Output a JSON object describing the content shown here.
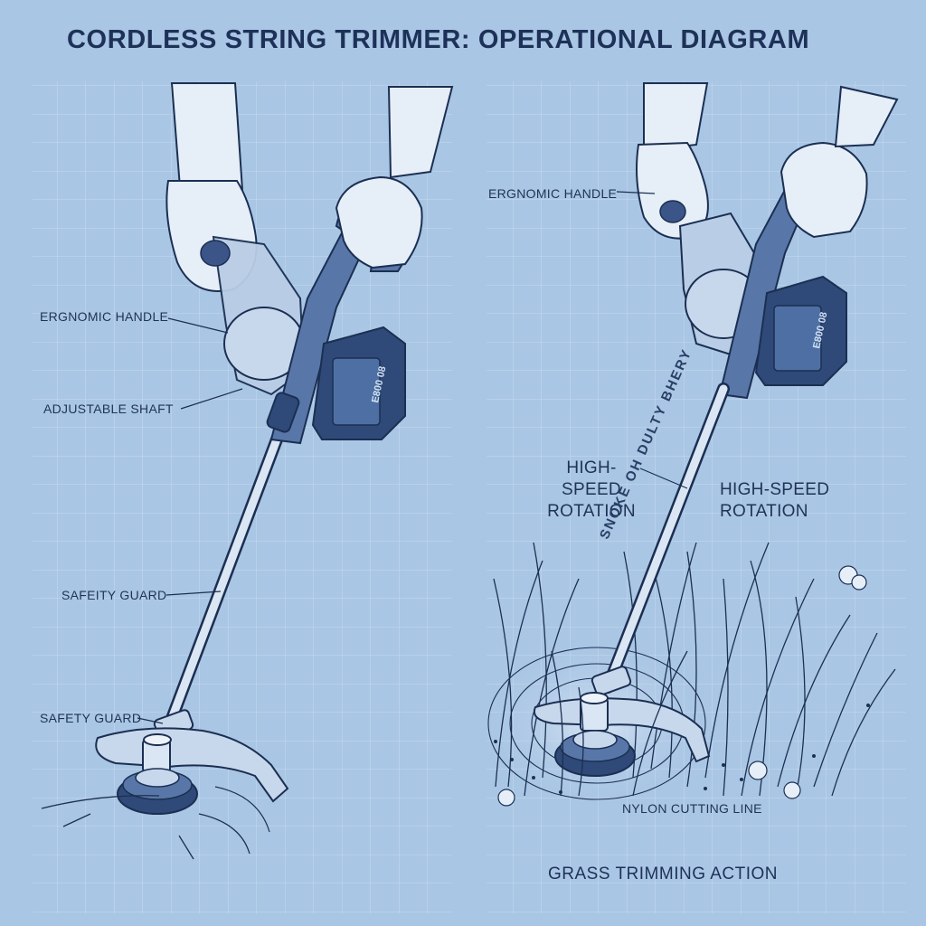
{
  "title": "CORDLESS STRING TRIMMER: OPERATIONAL DIAGRAM",
  "left_panel": {
    "labels": {
      "ergonomic_handle": "ERGNOMIC HANDLE",
      "adjustable_shaft": "ADJUSTABLE SHAFT",
      "safety_guard_shaft": "SAFEITY GUARD",
      "safety_guard_head": "SAFETY GUARD"
    },
    "battery_text": "E800 08"
  },
  "right_panel": {
    "labels": {
      "ergonomic_handle": "ERGNOMIC HANDLE",
      "rotation_left": "HIGH-SPEED ROTATION",
      "rotation_right": "HIGH-SPEED ROTATION",
      "nylon_line": "NYLON CUTTING LINE"
    },
    "shaft_text": "SNOKE OH  DULTY BHERY",
    "battery_text": "E800 08",
    "caption": "GRASS TRIMMING ACTION"
  },
  "colors": {
    "background": "#a9c6e4",
    "grid": "#c6daef",
    "ink": "#1b2f52",
    "glove": "#e6eef8",
    "tool_blue": "#5877a8",
    "battery_dark": "#2f4a78",
    "housing": "#b9cde6"
  }
}
